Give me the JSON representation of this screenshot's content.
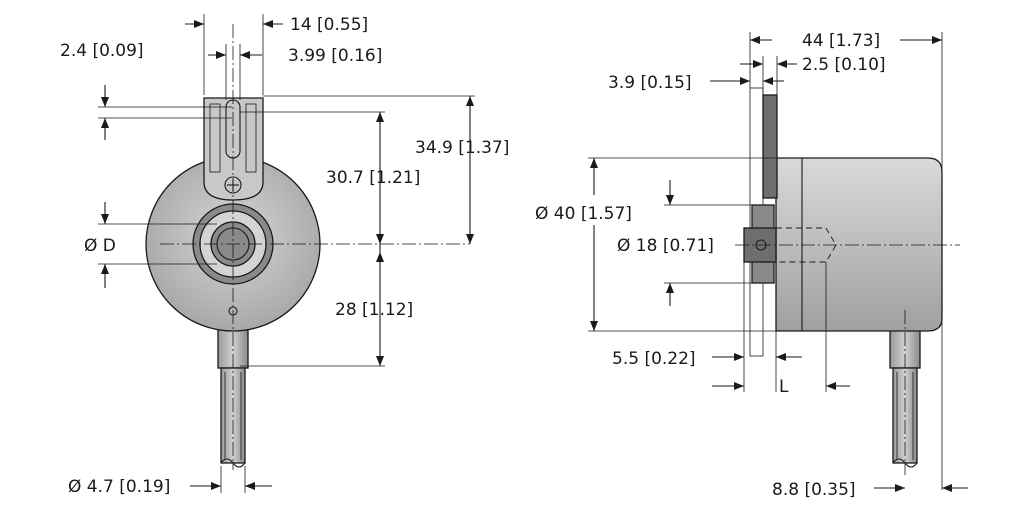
{
  "front_view": {
    "width_label": "14 [0.55]",
    "slot_label": "3.99 [0.16]",
    "offset_label": "2.4 [0.09]",
    "top_height_label": "34.9 [1.37]",
    "slot_height_label": "30.7 [1.21]",
    "shaft_label": "Ø D",
    "lower_height_label": "28 [1.12]",
    "cable_dia_label": "Ø 4.7 [0.19]"
  },
  "side_view": {
    "length_label": "44 [1.73]",
    "flange_label": "2.5 [0.10]",
    "bracket_label": "3.9 [0.15]",
    "housing_dia_label": "Ø 40 [1.57]",
    "hub_dia_label": "Ø 18 [0.71]",
    "collar_label": "5.5 [0.22]",
    "depth_label": "L",
    "cable_offset_label": "8.8 [0.35]"
  },
  "colors": {
    "housing_fill": "#bdbdbd",
    "ring_fill": "#8a8a8a",
    "dark_fill": "#6e6e6e",
    "line": "#1a1a1a"
  }
}
